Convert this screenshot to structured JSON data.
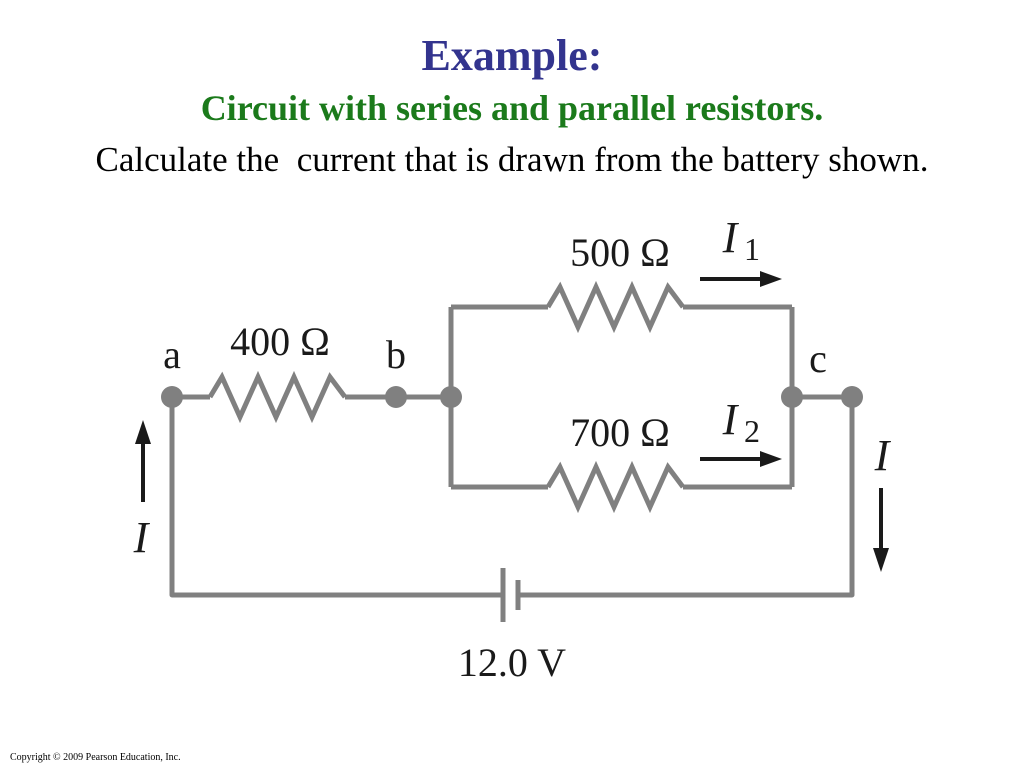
{
  "slide": {
    "title": "Example:",
    "subtitle": "Circuit with series and parallel resistors.",
    "prompt": "Calculate the  current that is drawn from the battery shown.",
    "copyright": "Copyright © 2009 Pearson Education, Inc."
  },
  "circuit": {
    "nodes": {
      "a": "a",
      "b": "b",
      "c": "c"
    },
    "resistors": {
      "r400": "400 Ω",
      "r500": "500 Ω",
      "r700": "700 Ω"
    },
    "currents": {
      "i1_main": "I",
      "i1_sub": "1",
      "i2_main": "I",
      "i2_sub": "2",
      "i_left": "I",
      "i_right": "I"
    },
    "battery": "12.0 V"
  }
}
